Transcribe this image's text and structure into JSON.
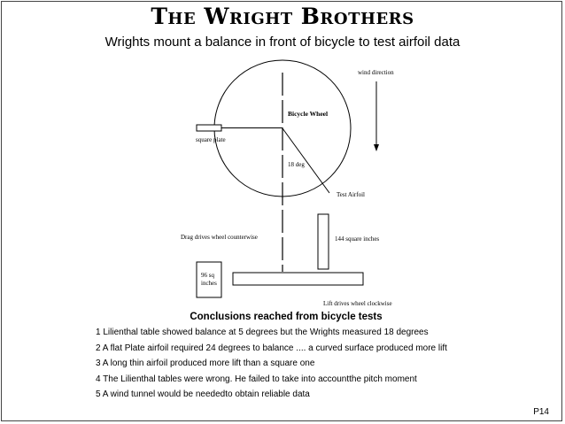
{
  "slide": {
    "title": "The Wright Brothers",
    "subtitle": "Wrights mount a balance in front of bicycle to test airfoil data",
    "page_number": "P14"
  },
  "diagram": {
    "labels": {
      "wind_direction": "wind direction",
      "bicycle_wheel": "Bicycle Wheel",
      "square_plate": "square plate",
      "angle": "18 deg",
      "test_airfoil": "Test Airfoil",
      "airfoil_area": "144 square inches",
      "drag_caption": "Drag drives wheel counterwise",
      "plate_area_line1": "96 sq",
      "plate_area_line2": "inches",
      "lift_caption": "Lift drives wheel clockwise"
    }
  },
  "conclusions": {
    "heading": "Conclusions reached from bicycle tests",
    "items": [
      "1 Lilienthal table showed balance at 5 degrees but the Wrights measured 18 degrees",
      "2 A flat Plate airfoil required 24 degrees to balance .... a curved surface produced more lift",
      "3 A long thin airfoil produced more lift than a square one",
      "4 The Lilienthal tables were wrong.  He failed to take into accountthe pitch moment",
      "5 A wind tunnel would be neededto obtain reliable data"
    ]
  }
}
